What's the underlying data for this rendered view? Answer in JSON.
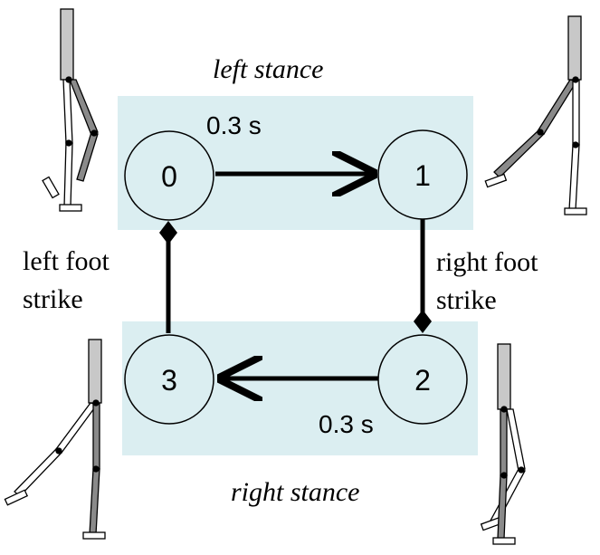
{
  "phases": {
    "top": "left stance",
    "bottom": "right stance"
  },
  "states": {
    "s0": "0",
    "s1": "1",
    "s2": "2",
    "s3": "3"
  },
  "transitions": {
    "t01": "0.3 s",
    "t23": "0.3 s",
    "right_strike_line1": "right foot",
    "right_strike_line2": "strike",
    "left_strike_line1": "left foot",
    "left_strike_line2": "strike"
  },
  "colors": {
    "stance_panel": "#dbeef1",
    "stroke": "#000000",
    "leg_light": "#ffffff",
    "leg_dark": "#8a8a8a",
    "torso": "#c8c8c8"
  }
}
